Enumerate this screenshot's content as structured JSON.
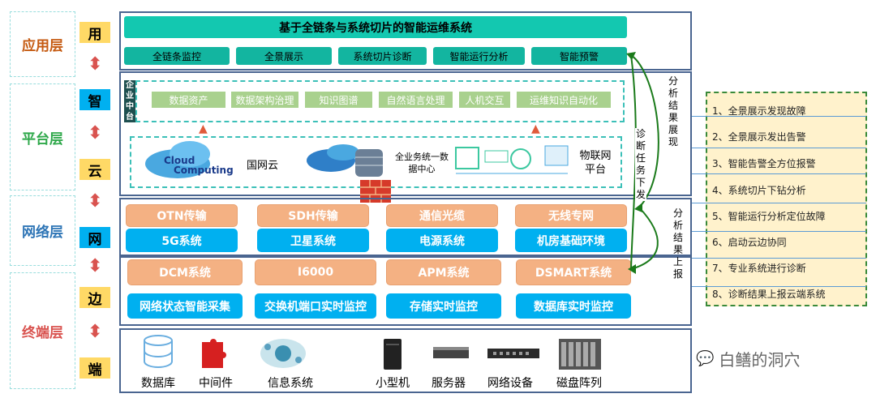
{
  "layers": [
    {
      "label": "应用层",
      "color": "#c55a11"
    },
    {
      "label": "平台层",
      "color": "#2ea84a"
    },
    {
      "label": "网络层",
      "color": "#2e75b6"
    },
    {
      "label": "终端层",
      "color": "#d9534f"
    }
  ],
  "chars": [
    {
      "label": "用",
      "bg": "#ffd966"
    },
    {
      "label": "智",
      "bg": "#00b0f0"
    },
    {
      "label": "云",
      "bg": "#ffd966"
    },
    {
      "label": "网",
      "bg": "#00b0f0"
    },
    {
      "label": "边",
      "bg": "#ffd966"
    },
    {
      "label": "端",
      "bg": "#ffd966"
    }
  ],
  "app": {
    "title": "基于全链条与系统切片的智能运维系统",
    "buttons": [
      "全链条监控",
      "全景展示",
      "系统切片诊断",
      "智能运行分析",
      "智能预警"
    ]
  },
  "platform": {
    "side_label": "企业中台",
    "items": [
      "数据资产",
      "数据架构治理",
      "知识图谱",
      "自然语言处理",
      "人机交互",
      "运维知识自动化"
    ],
    "cloud": "国网云",
    "datacenter": "全业务统一数据中心",
    "iot": "物联网平台"
  },
  "network": {
    "row1": [
      "OTN传输",
      "SDH传输",
      "通信光缆",
      "无线专网"
    ],
    "row2": [
      "5G系统",
      "卫星系统",
      "电源系统",
      "机房基础环境"
    ]
  },
  "edge": {
    "row1": [
      "DCM系统",
      "I6000",
      "APM系统",
      "DSMART系统"
    ],
    "row2": [
      "网络状态智能采集",
      "交换机端口实时监控",
      "存储实时监控",
      "数据库实时监控"
    ]
  },
  "devices": [
    "数据库",
    "中间件",
    "信息系统",
    "小型机",
    "服务器",
    "网络设备",
    "磁盘阵列"
  ],
  "side_texts": {
    "result_show": "分析结果展现",
    "task_dispatch": "诊断任务下发",
    "result_report": "分析结果上报"
  },
  "steps": [
    "1、全景展示发现故障",
    "2、全景展示发出告警",
    "3、智能告警全方位报警",
    "4、系统切片下钻分析",
    "5、智能运行分析定位故障",
    "6、启动云边协同",
    "7、专业系统进行诊断",
    "8、诊断结果上报云端系统"
  ],
  "watermark": "白鳝的洞穴"
}
